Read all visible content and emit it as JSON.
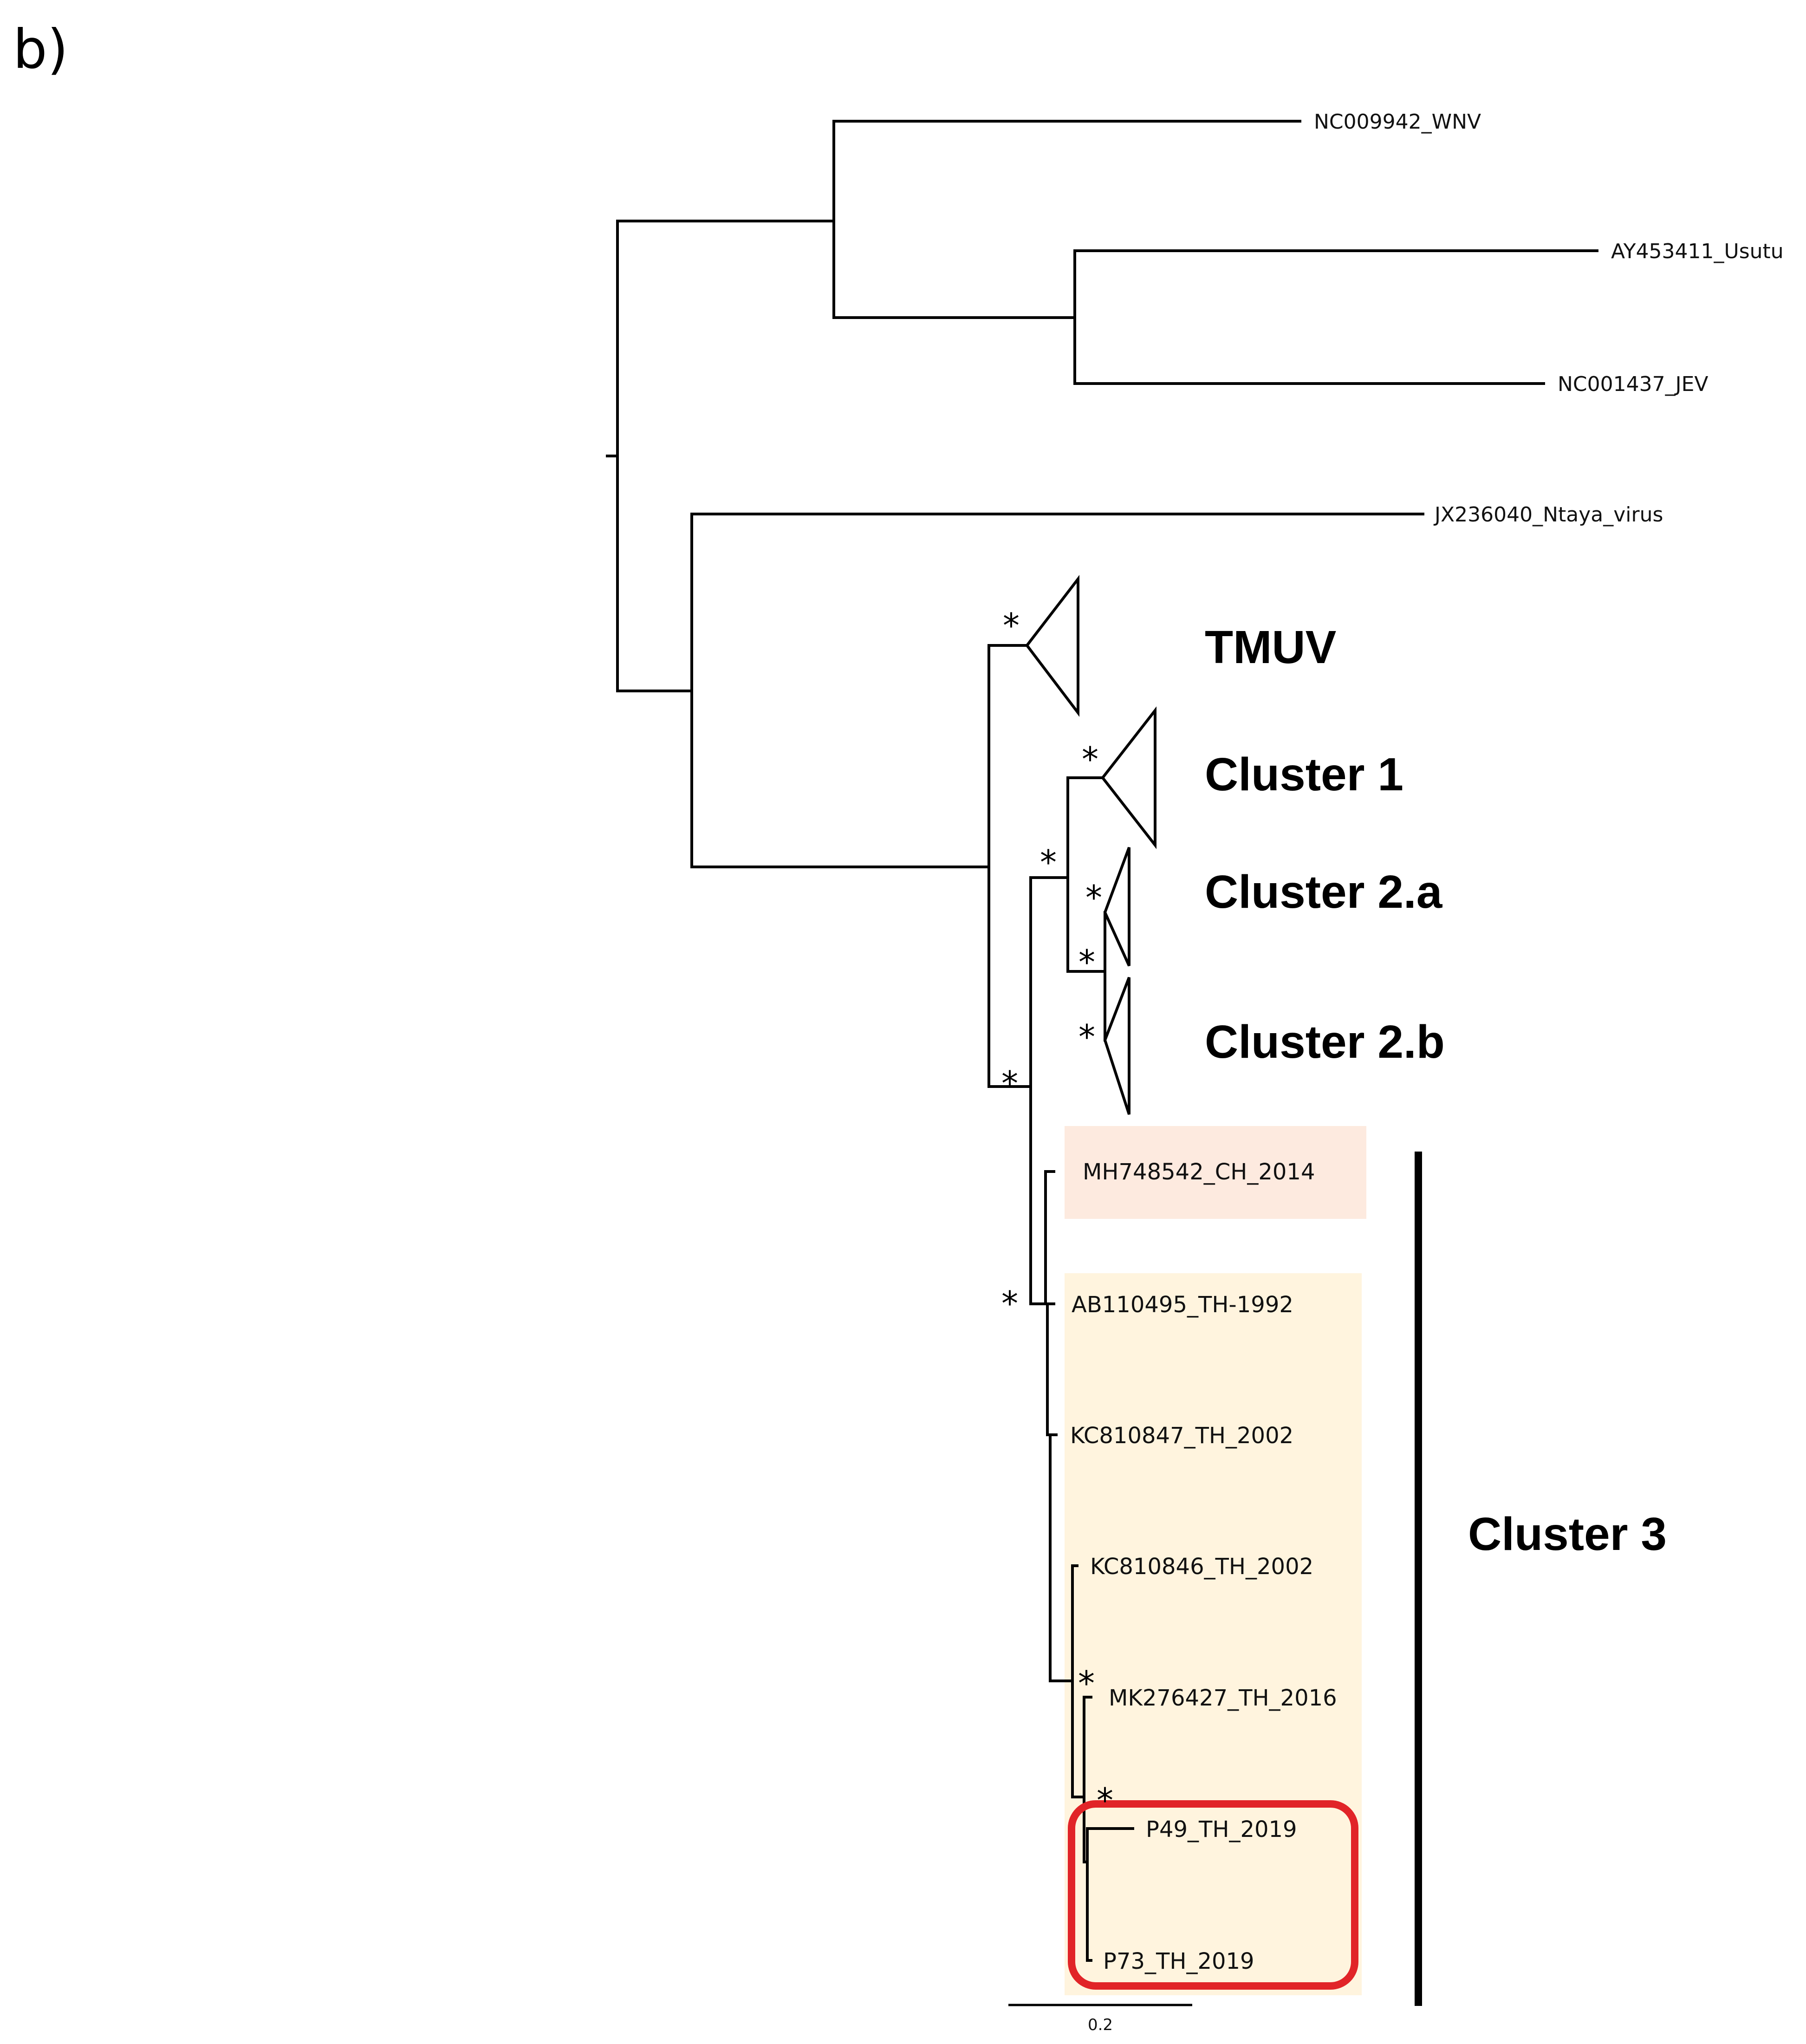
{
  "panel_label": "b)",
  "taxa": {
    "wnv": "NC009942_WNV",
    "usutu": "AY453411_Usutu",
    "jev": "NC001437_JEV",
    "ntaya": "JX236040_Ntaya_virus",
    "ch2014": "MH748542_CH_2014",
    "th1992": "AB110495_TH-1992",
    "th2002a": "KC810847_TH_2002",
    "th2002b": "KC810846_TH_2002",
    "th2016": "MK276427_TH_2016",
    "p49": "P49_TH_2019",
    "p73": "P73_TH_2019"
  },
  "clades": {
    "tmuv": "TMUV",
    "cluster1": "Cluster 1",
    "cluster2a": "Cluster 2.a",
    "cluster2b": "Cluster 2.b",
    "cluster3": "Cluster 3"
  },
  "support_marker": "*",
  "scale_bar_label": "0.2",
  "colors": {
    "ch_highlight": "#fdeadf",
    "th_highlight": "#fff4de",
    "new_isolates_box": "#e12428",
    "branch": "#000000"
  }
}
